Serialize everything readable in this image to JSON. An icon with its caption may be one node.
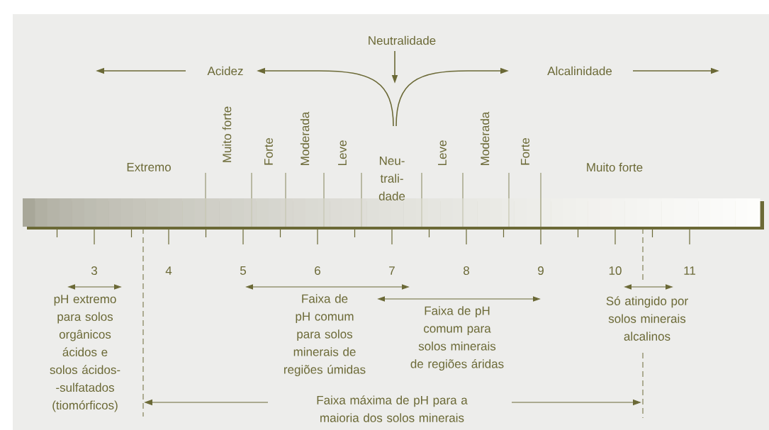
{
  "diagram": {
    "labels": [
      "Neutralidade",
      "Acidez",
      "Alcalinidade",
      "Extremo",
      "Muito forte",
      "Forte",
      "Moderada",
      "Leve",
      "Neu-trali-dade",
      "Leve",
      "Moderada",
      "Forte",
      "Muito forte",
      "3",
      "4",
      "5",
      "6",
      "7",
      "8",
      "9",
      "10",
      "11",
      "pH extremo para solos orgânicos ácidos e solos ácidos- -sulfatados (tiomórficos)",
      "Faixa de pH comum para solos minerais de regiões úmidas",
      "Faixa de pH comum para solos minerais de regiões áridas",
      "Só atingido por solos minerais alcalinos",
      "Faixa máxima de pH para a maioria dos solos minerais"
    ]
  }
}
